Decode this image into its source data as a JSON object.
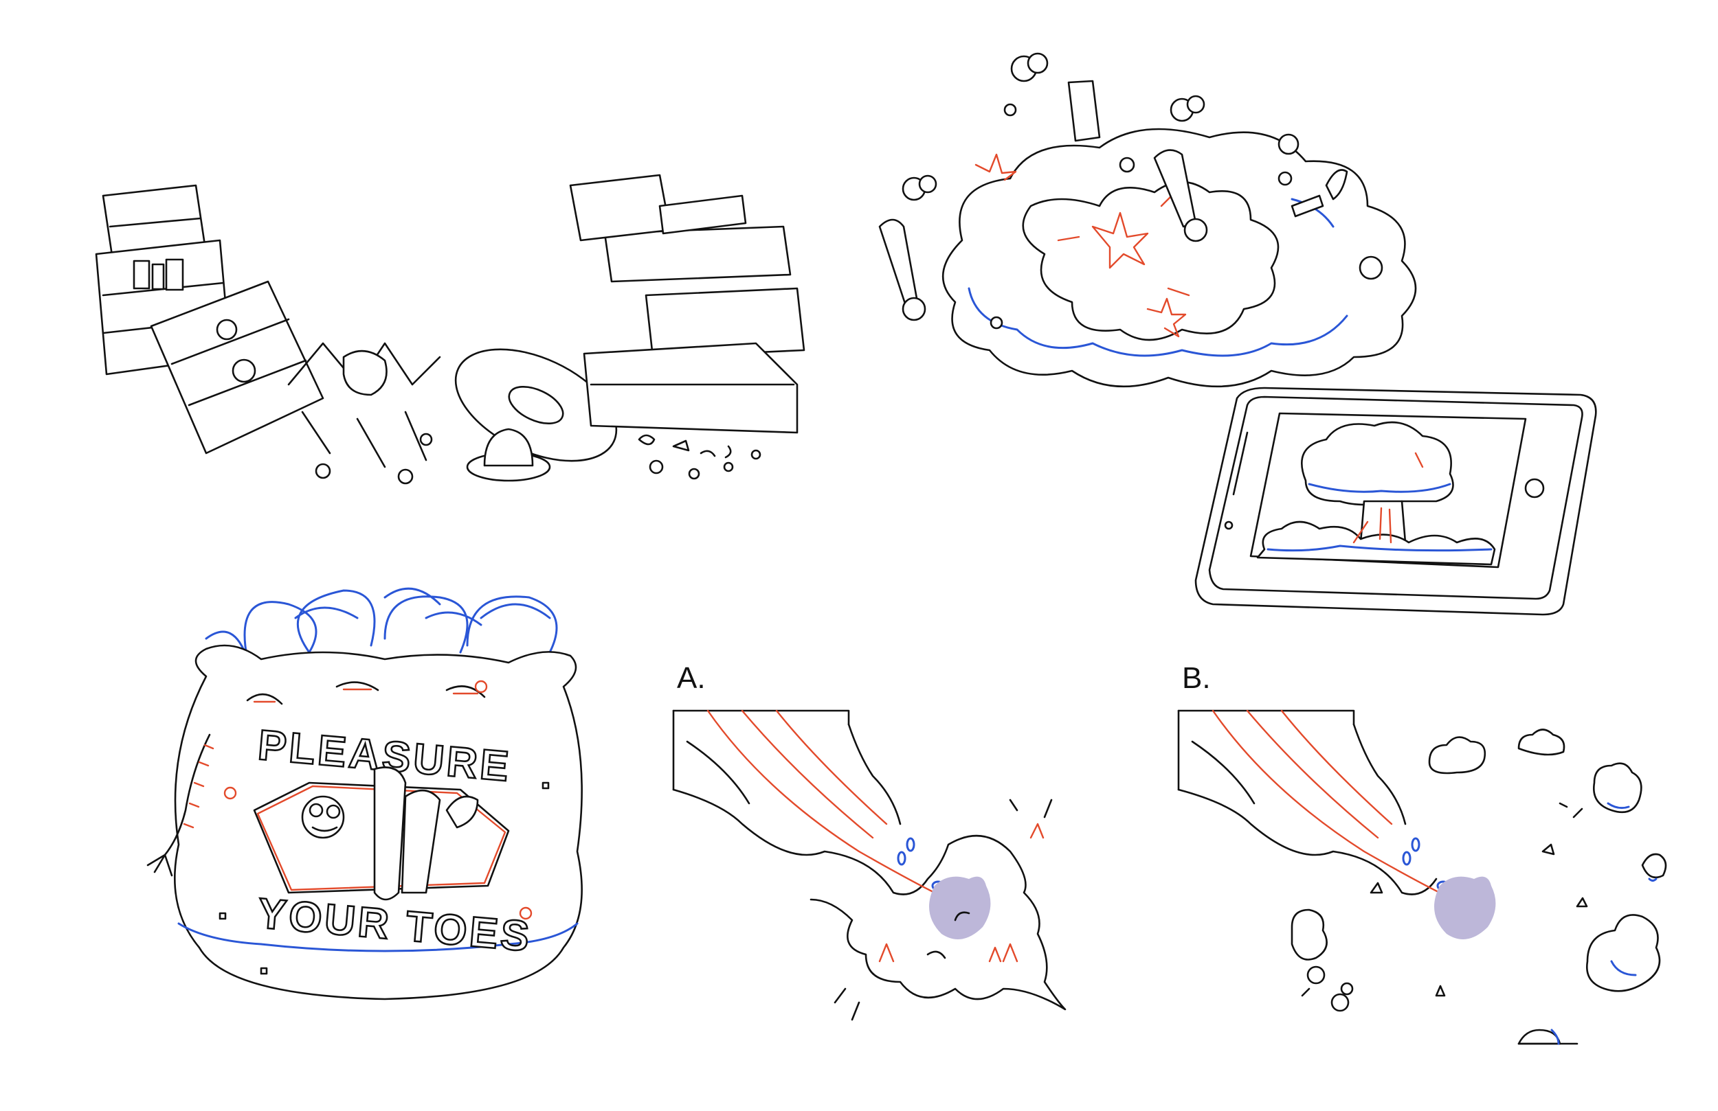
{
  "sheet": {
    "label_a": "A.",
    "label_b": "B.",
    "bag_line1": "PLEASURE",
    "bag_line2": "YOUR TOES"
  },
  "colors": {
    "ink": "#111111",
    "red_accent": "#e34a2b",
    "blue_accent": "#2a56d6",
    "tone_fill": "#bdb7d9",
    "background": "#ffffff"
  }
}
